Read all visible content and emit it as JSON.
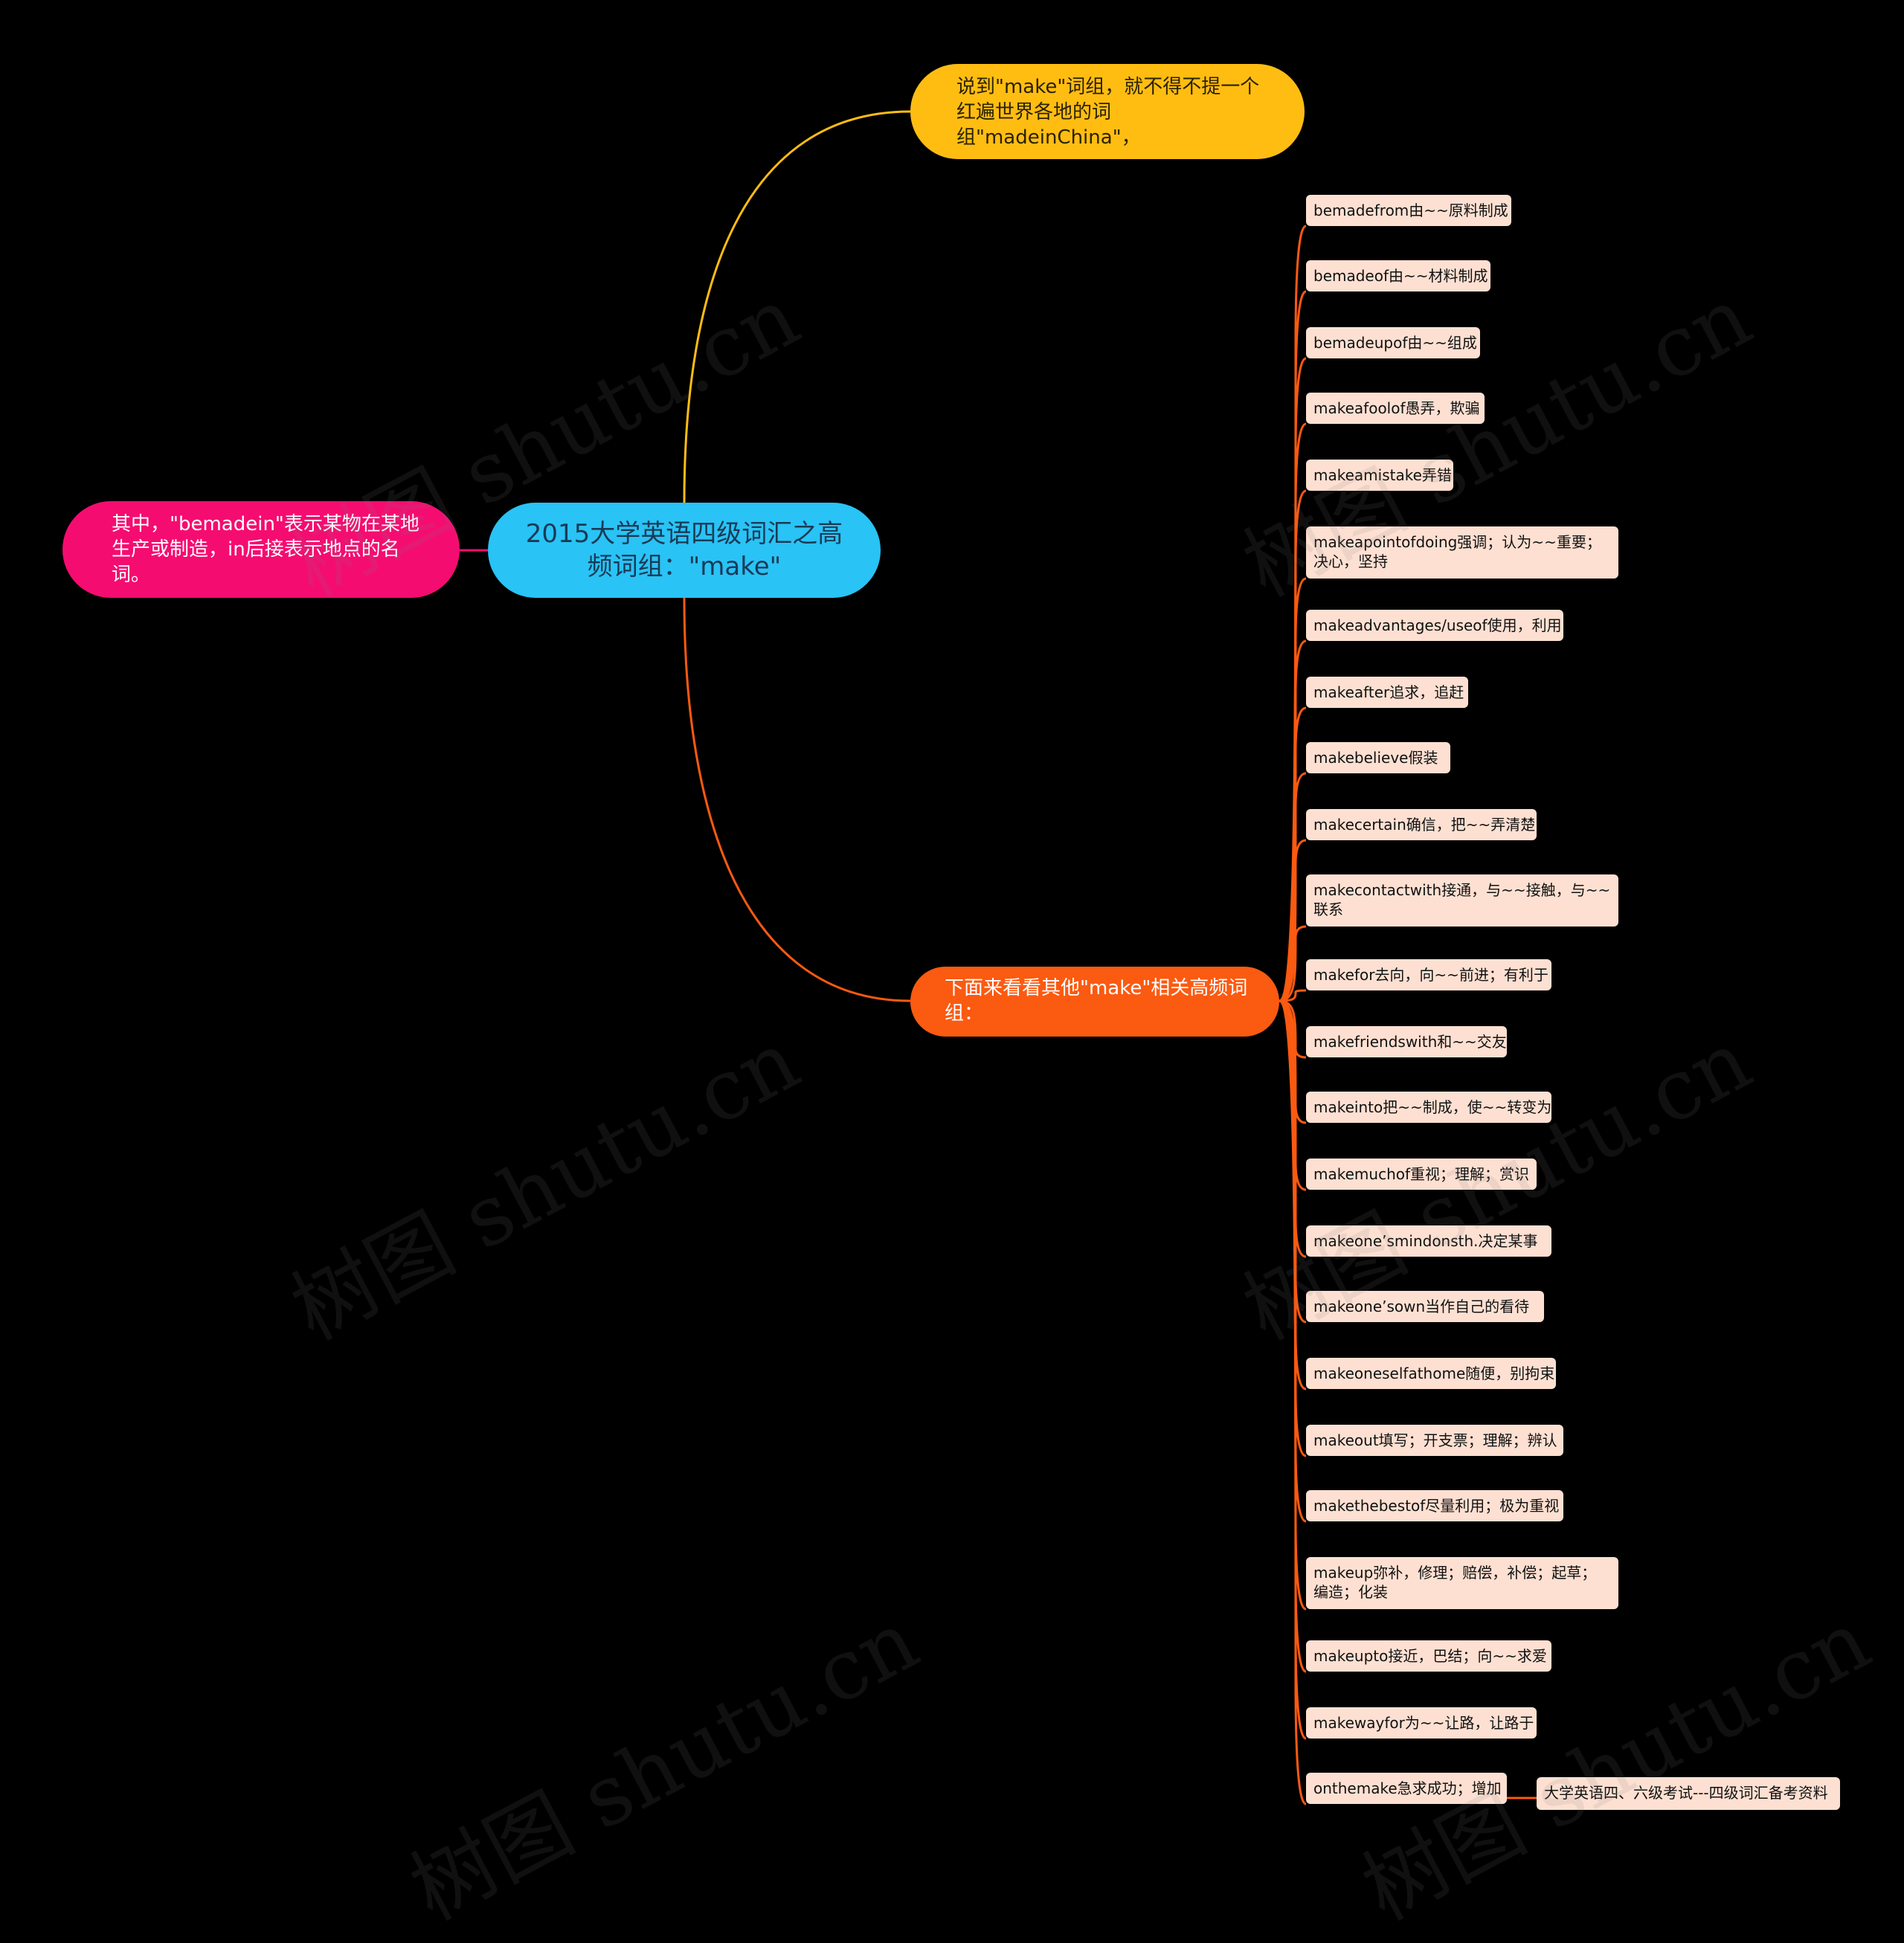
{
  "root": {
    "label": "2015大学英语四级词汇之高频词组：\"make\""
  },
  "branch_top": {
    "label": "说到\"make\"词组，就不得不提一个红遍世界各地的词组\"madeinChina\"，"
  },
  "branch_left": {
    "label": "其中，\"bemadein\"表示某物在某地生产或制造，in后接表示地点的名词。"
  },
  "branch_bottom": {
    "label": "下面来看看其他\"make\"相关高频词组："
  },
  "leaves": [
    "bemadefrom由~~原料制成",
    "bemadeof由~~材料制成",
    "bemadeupof由~~组成",
    "makeafoolof愚弄，欺骗",
    "makeamistake弄错",
    "makeapointofdoing强调；认为~~重要；决心，坚持",
    "makeadvantages/useof使用，利用",
    "makeafter追求，追赶",
    "makebelieve假装",
    "makecertain确信，把~~弄清楚",
    "makecontactwith接通，与~~接触，与~~联系",
    "makefor去向，向~~前进；有利于",
    "makefriendswith和~~交友",
    "makeinto把~~制成，使~~转变为",
    "makemuchof重视；理解；赏识",
    "makeone’smindonsth.决定某事",
    "makeone’sown当作自己的看待",
    "makeoneselfathome随便，别拘束",
    "makeout填写；开支票；理解；辨认",
    "makethebestof尽量利用；极为重视",
    "makeup弥补，修理；赔偿，补偿；起草；编造；化装",
    "makeupto接近，巴结；向~~求爱",
    "makewayfor为~~让路，让路于",
    "onthemake急求成功；增加"
  ],
  "sub_leaf": {
    "label": "大学英语四、六级考试---四级词汇备考资料"
  },
  "watermark": {
    "text": "树图 shutu.cn"
  },
  "colors": {
    "background": "#000000",
    "root": "#29c3f5",
    "top_branch": "#ffbd12",
    "left_branch": "#f50c71",
    "bottom_branch": "#fb5a11",
    "leaf": "#fde0d2"
  }
}
